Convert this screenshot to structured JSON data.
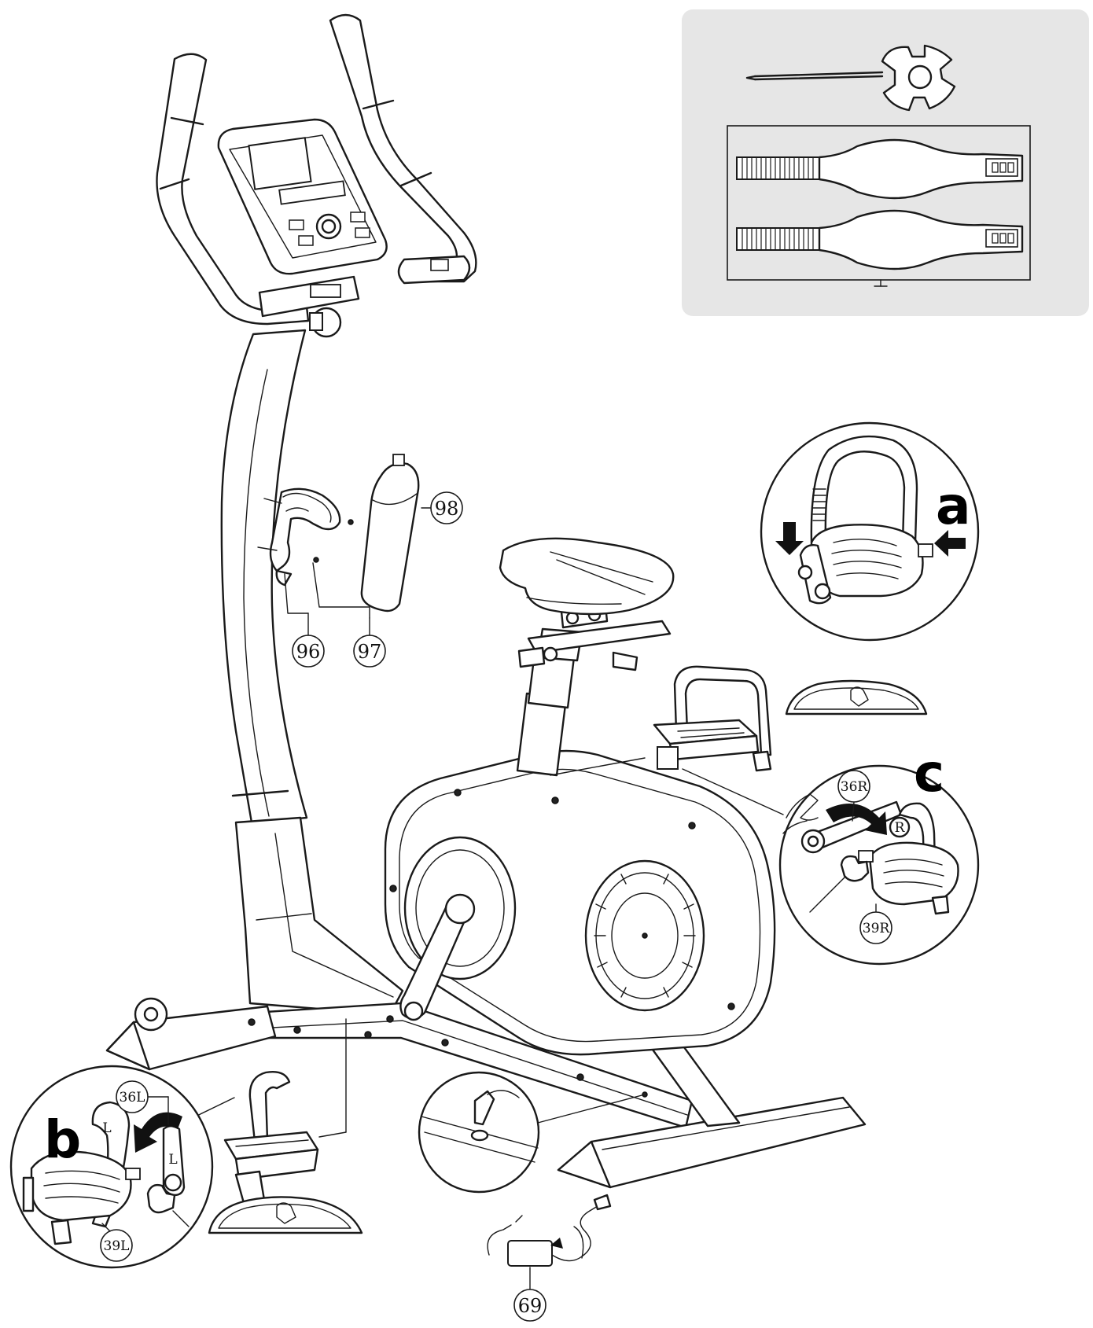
{
  "diagram": {
    "colors": {
      "line": "#1a1a1a",
      "panel": "#e6e6e6",
      "paper": "#ffffff"
    },
    "hardware_panel": {
      "items": [
        "multi-tool-wrench-icon",
        "pedal-strap-icon",
        "pedal-strap-icon"
      ]
    },
    "part_numbers": {
      "bottle": "98",
      "cage": "96",
      "screws": "97",
      "adapter": "69"
    },
    "detail_a": {
      "label": "a"
    },
    "detail_b": {
      "label": "b",
      "crank_label": "36L",
      "pedal_label": "39L",
      "side_mark": "L"
    },
    "detail_c": {
      "label": "c",
      "crank_label": "36R",
      "pedal_label": "39R",
      "side_mark": "R"
    }
  }
}
